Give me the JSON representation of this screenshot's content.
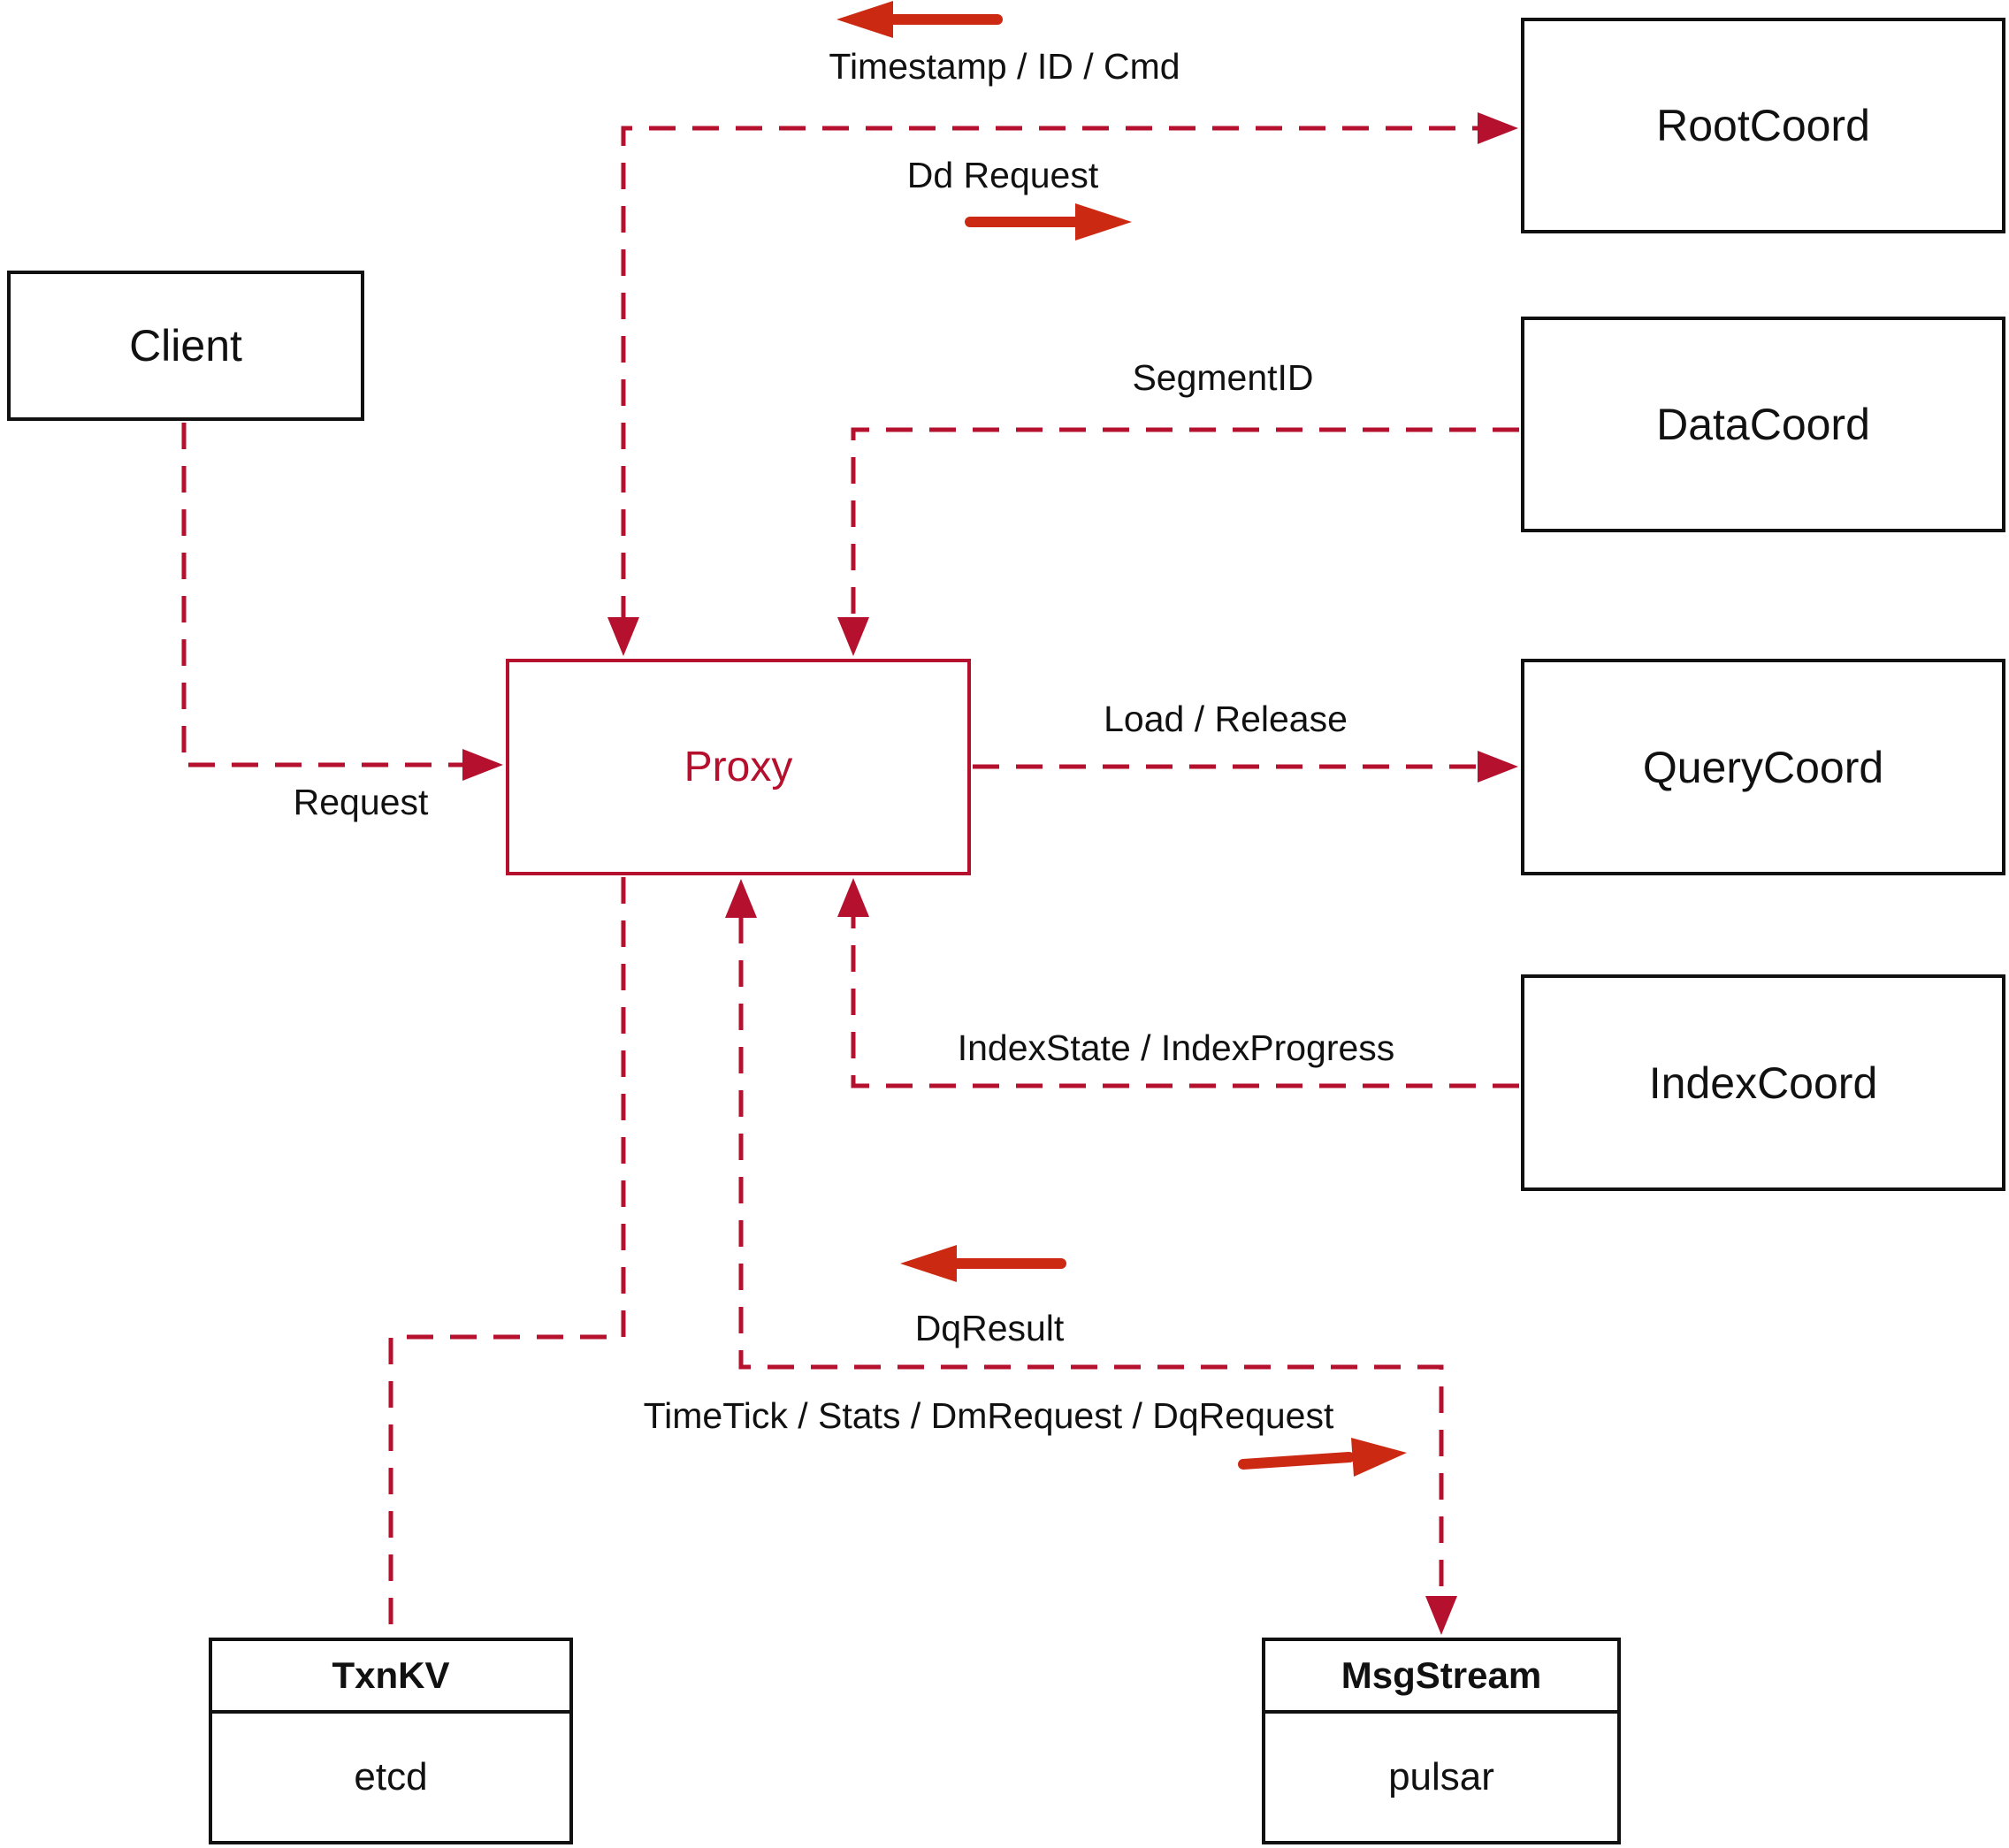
{
  "colors": {
    "line_red": "#b5112e",
    "arrow_red": "#cc2912",
    "box_border": "#111111",
    "text": "#111111",
    "bg": "#ffffff"
  },
  "nodes": {
    "client": {
      "label": "Client"
    },
    "proxy": {
      "label": "Proxy"
    },
    "root_coord": {
      "label": "RootCoord"
    },
    "data_coord": {
      "label": "DataCoord"
    },
    "query_coord": {
      "label": "QueryCoord"
    },
    "index_coord": {
      "label": "IndexCoord"
    },
    "txn_kv": {
      "title": "TxnKV",
      "subtitle": "etcd"
    },
    "msg_stream": {
      "title": "MsgStream",
      "subtitle": "pulsar"
    }
  },
  "edge_labels": {
    "timestamp_id_cmd": "Timestamp / ID / Cmd",
    "dd_request": "Dd Request",
    "segment_id": "SegmentID",
    "load_release": "Load / Release",
    "index_state_progress": "IndexState / IndexProgress",
    "request": "Request",
    "dq_result": "DqResult",
    "timetick_stats_dm_dq": "TimeTick / Stats / DmRequest / DqRequest"
  }
}
